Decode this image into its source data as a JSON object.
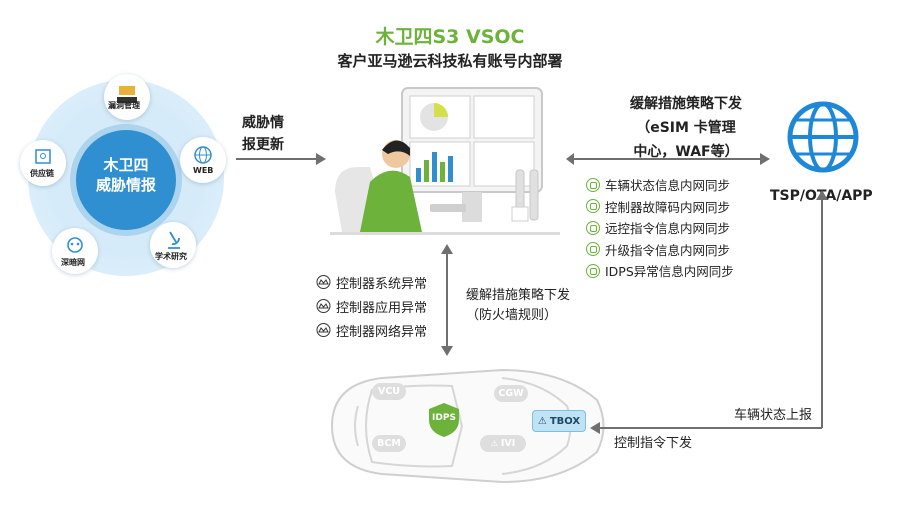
{
  "header": {
    "title": "木卫四S3 VSOC",
    "subtitle": "客户亚马逊云科技私有账号内部署"
  },
  "threat_hub": {
    "center": "木卫四\n威胁情报",
    "satellites": [
      {
        "name": "vuln",
        "label": "漏洞管理",
        "icon": "vuln-icon"
      },
      {
        "name": "web",
        "label": "WEB",
        "icon": "globe-icon"
      },
      {
        "name": "academic",
        "label": "学术研究",
        "icon": "microscope-icon"
      },
      {
        "name": "darkweb",
        "label": "深暗网",
        "icon": "mask-icon"
      },
      {
        "name": "supply",
        "label": "供应链",
        "icon": "supply-icon"
      }
    ]
  },
  "flows": {
    "threat_update": "威胁情\n报更新",
    "policy_out": "缓解措施策略下发\n（eSIM 卡管理\n中心，WAF等）",
    "policy_firewall": "缓解措施策略下发\n（防火墙规则）",
    "status_report": "车辆状态上报",
    "command_down": "控制指令下发"
  },
  "tsp": {
    "label": "TSP/OTA/APP",
    "icon": "globe-icon"
  },
  "sync_items": [
    "车辆状态信息内网同步",
    "控制器故障码内网同步",
    "远控指令信息内网同步",
    "升级指令信息内网同步",
    "IDPS异常信息内网同步"
  ],
  "anomalies": [
    "控制器系统异常",
    "控制器应用异常",
    "控制器网络异常"
  ],
  "vehicle": {
    "ecus": [
      "VCU",
      "CGW",
      "BCM",
      "IVI"
    ],
    "shield": "IDPS",
    "tbox": "TBOX"
  },
  "colors": {
    "brand_green": "#6cb23b",
    "hub_blue": "#2f8fd1",
    "arrow_gray": "#6f6f6f",
    "globe_blue": "#1e88d8"
  }
}
